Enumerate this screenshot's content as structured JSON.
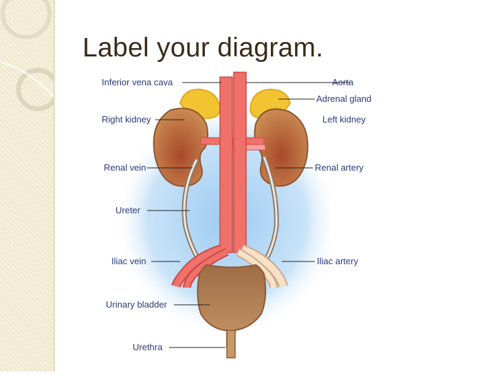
{
  "slide": {
    "title": "Label your diagram."
  },
  "diagram": {
    "labels": {
      "inferior_vena_cava": "Inferior vena cava",
      "aorta": "Aorta",
      "adrenal_gland": "Adrenal gland",
      "right_kidney": "Right kidney",
      "left_kidney": "Left kidney",
      "renal_vein": "Renal vein",
      "renal_artery": "Renal artery",
      "ureter": "Ureter",
      "iliac_vein": "Iliac vein",
      "iliac_artery": "Iliac artery",
      "urinary_bladder": "Urinary bladder",
      "urethra": "Urethra"
    },
    "colors": {
      "kidney": "#b86a3a",
      "adrenal": "#f2c431",
      "vessel": "#f0706a",
      "ureter_outline": "#8a7a6a",
      "bladder": "#b8885a",
      "background_glow": "#aad4f5",
      "label_text": "#2b3a7a"
    }
  }
}
